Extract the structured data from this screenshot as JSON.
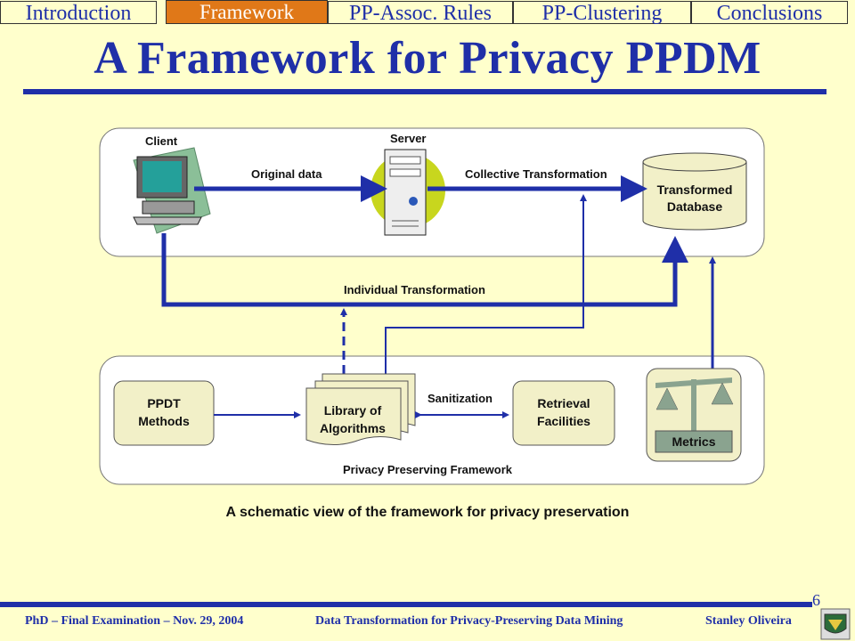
{
  "nav": {
    "tabs": [
      {
        "label": "Introduction",
        "active": false
      },
      {
        "label": "Framework",
        "active": true
      },
      {
        "label": "PP-Assoc. Rules",
        "active": false
      },
      {
        "label": "PP-Clustering",
        "active": false
      },
      {
        "label": "Conclusions",
        "active": false
      }
    ]
  },
  "title": "A Framework for Privacy PPDM",
  "diagram": {
    "client_label": "Client",
    "server_label": "Server",
    "original_data_label": "Original data",
    "collective_label": "Collective Transformation",
    "database_label_1": "Transformed",
    "database_label_2": "Database",
    "individual_label": "Individual Transformation",
    "ppdt_1": "PPDT",
    "ppdt_2": "Methods",
    "library_1": "Library of",
    "library_2": "Algorithms",
    "sanitization_label": "Sanitization",
    "retrieval_1": "Retrieval",
    "retrieval_2": "Facilities",
    "metrics_label": "Metrics",
    "framework_label": "Privacy Preserving Framework"
  },
  "caption": "A schematic view of the framework for privacy preservation",
  "page_number": "6",
  "footer": {
    "left": "PhD – Final Examination – Nov. 29, 2004",
    "center": "Data Transformation for Privacy-Preserving Data Mining",
    "right": "Stanley Oliveira"
  },
  "colors": {
    "accent": "#1f2fa8",
    "active_tab": "#e07818",
    "background": "#ffffcc",
    "box": "#f2f0c8"
  }
}
